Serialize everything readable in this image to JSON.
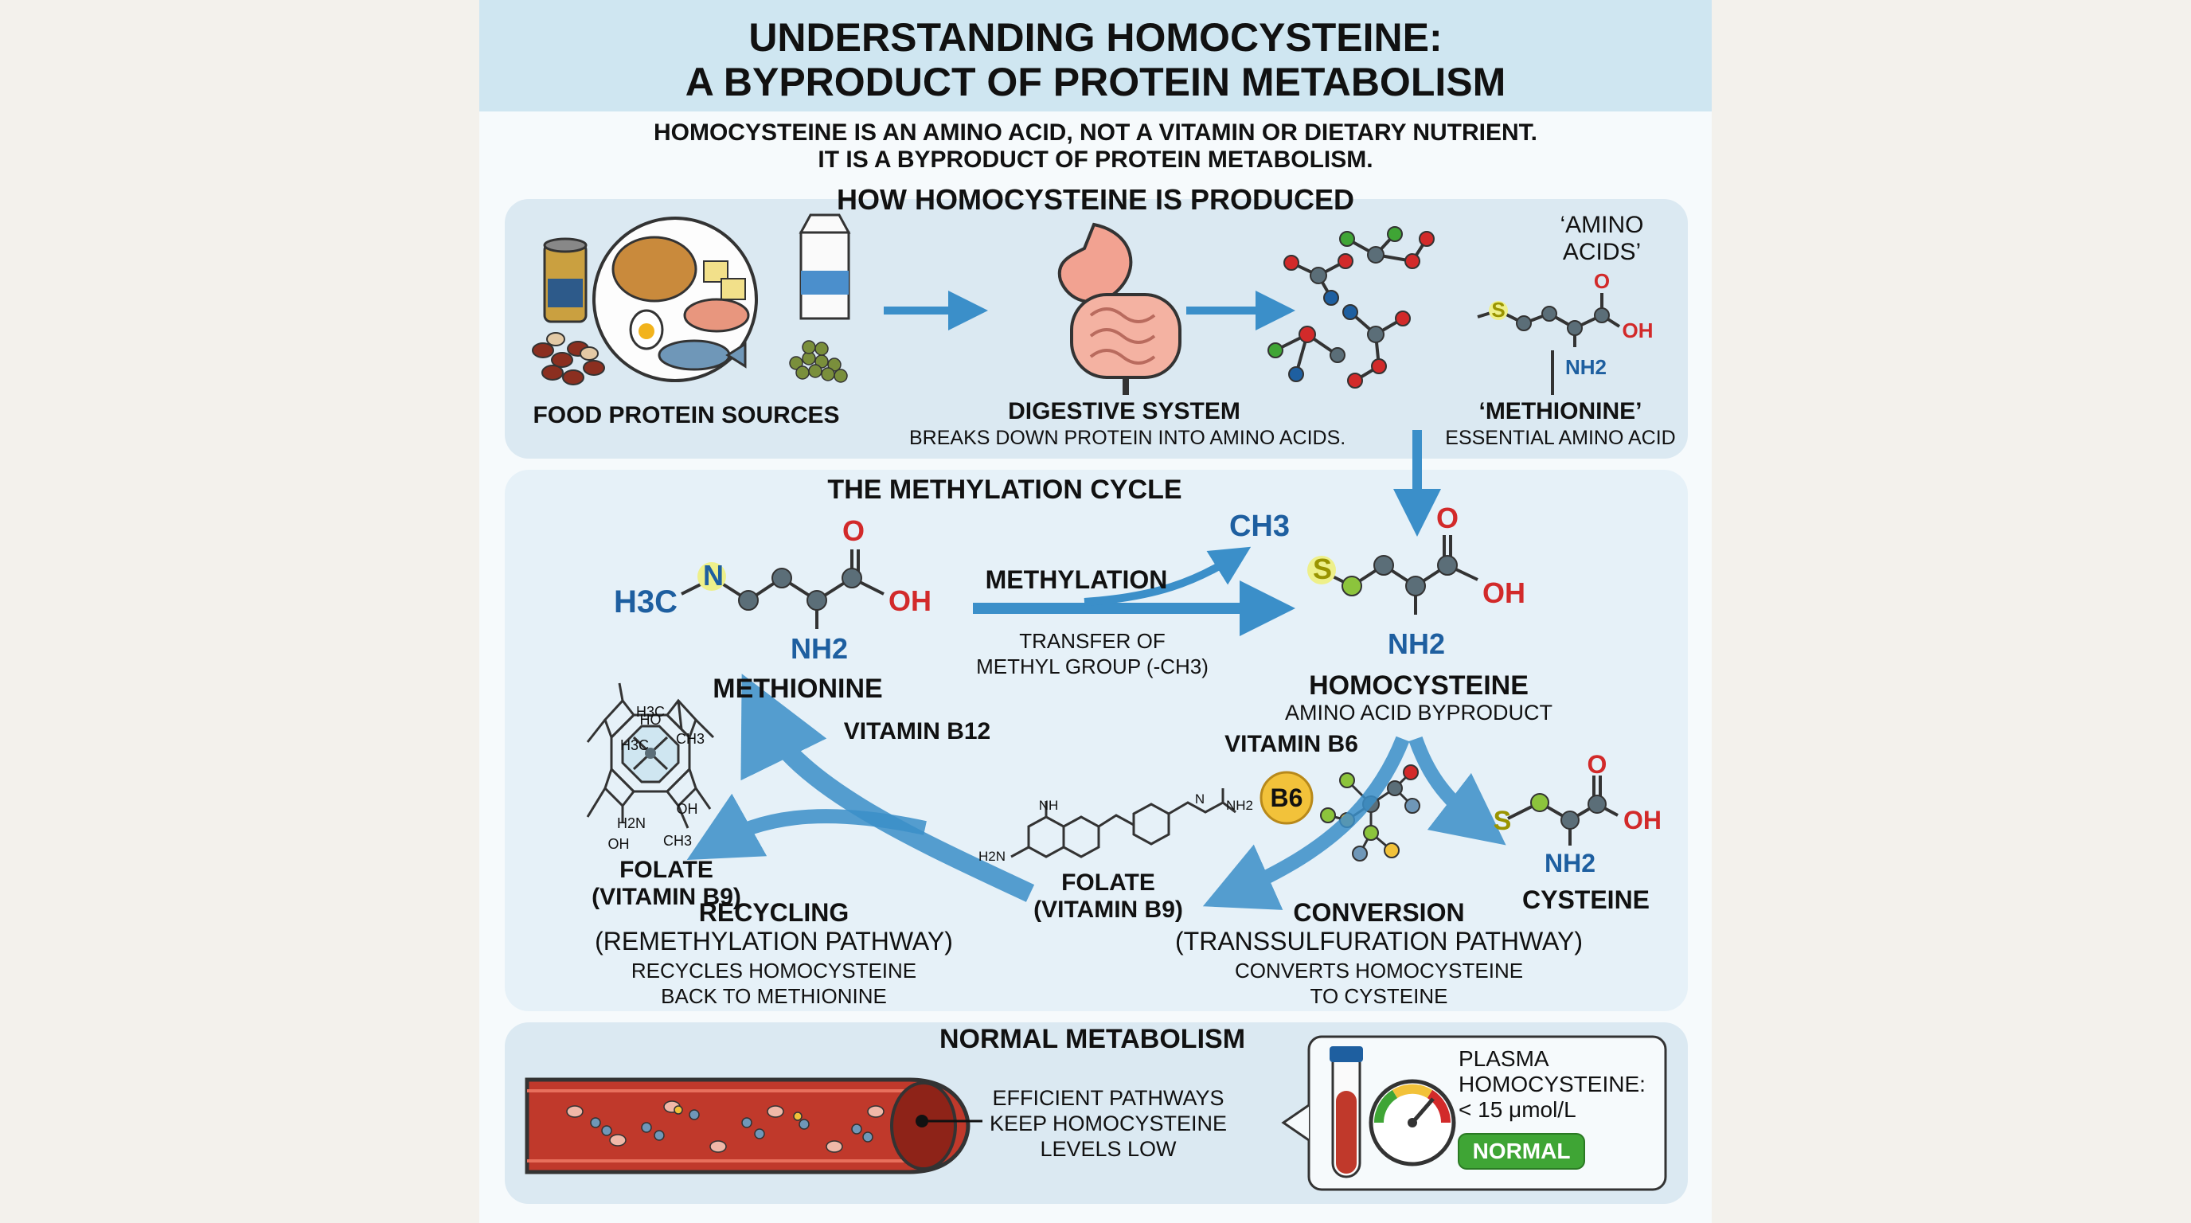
{
  "title": {
    "line1": "UNDERSTANDING HOMOCYSTEINE:",
    "line2": "A BYPRODUCT OF PROTEIN METABOLISM"
  },
  "intro": {
    "line1": "HOMOCYSTEINE IS AN AMINO ACID, NOT A VITAMIN OR DIETARY NUTRIENT.",
    "line2": "IT IS A BYPRODUCT OF PROTEIN METABOLISM."
  },
  "production": {
    "heading": "HOW HOMOCYSTEINE IS PRODUCED",
    "food_label": "FOOD PROTEIN SOURCES",
    "digestive_title": "DIGESTIVE SYSTEM",
    "digestive_desc": "BREAKS DOWN PROTEIN INTO AMINO ACIDS.",
    "amino_label_line1": "‘AMINO",
    "amino_label_line2": "ACIDS’",
    "methionine_label": "‘METHIONINE’",
    "methionine_desc": "ESSENTIAL AMINO ACID",
    "atoms": {
      "s": "S",
      "o": "O",
      "oh": "OH",
      "nh2": "NH2"
    }
  },
  "cycle": {
    "heading": "THE METHYLATION CYCLE",
    "methylation_label": "METHYLATION",
    "transfer_line1": "TRANSFER OF",
    "transfer_line2": "METHYL GROUP (-CH3)",
    "ch3": "CH3",
    "methionine": {
      "name": "METHIONINE",
      "h3c": "H3C",
      "n": "N",
      "o": "O",
      "oh": "OH",
      "nh2": "NH2"
    },
    "homocysteine": {
      "name": "HOMOCYSTEINE",
      "desc": "AMINO ACID BYPRODUCT",
      "s": "S",
      "o": "O",
      "oh": "OH",
      "nh2": "NH2"
    },
    "vitamin_b12": "VITAMIN B12",
    "vitamin_b6": "VITAMIN B6",
    "b6_badge": "B6",
    "folate_left_line1": "FOLATE",
    "folate_left_line2": "(VITAMIN B9)",
    "folate_mid_line1": "FOLATE",
    "folate_mid_line2": "(VITAMIN B9)",
    "folate_struct_atoms": {
      "h3c_top": "H3C",
      "h3c_mid": "H3C",
      "ho": "HO",
      "ch3_right": "CH3",
      "h2n": "H2N",
      "oh_right": "OH",
      "oh_bottom": "OH",
      "ch3_bottom": "CH3"
    },
    "folate_mid_atoms": {
      "nh": "NH",
      "h2n": "H2N",
      "n": "N",
      "nh2": "NH2"
    },
    "recycling": {
      "line1": "RECYCLING",
      "line2": "(REMETHYLATION PATHWAY)",
      "line3": "RECYCLES HOMOCYSTEINE",
      "line4": "BACK TO METHIONINE"
    },
    "conversion": {
      "line1": "CONVERSION",
      "line2": "(TRANSSULFURATION PATHWAY)",
      "line3": "CONVERTS HOMOCYSTEINE",
      "line4": "TO CYSTEINE"
    },
    "cysteine": {
      "name": "CYSTEINE",
      "s": "S",
      "o": "O",
      "oh": "OH",
      "nh2": "NH2"
    }
  },
  "normal": {
    "heading": "NORMAL METABOLISM",
    "callout_line1": "EFFICIENT PATHWAYS",
    "callout_line2": "KEEP HOMOCYSTEINE",
    "callout_line3": "LEVELS LOW",
    "plasma_line1": "PLASMA",
    "plasma_line2": "HOMOCYSTEINE:",
    "plasma_value": "< 15 μmol/L",
    "status_badge": "NORMAL"
  },
  "colors": {
    "arrow_blue": "#3b8fc9",
    "panel_bg": "#dbe9f2",
    "header_bg": "#cfe6f1",
    "oxygen_red": "#d22a2a",
    "nitrogen_blue": "#1e5fa0",
    "sulfur_yellow": "#c9c000",
    "normal_green": "#3fa535",
    "b6_gold": "#f2c23a"
  }
}
